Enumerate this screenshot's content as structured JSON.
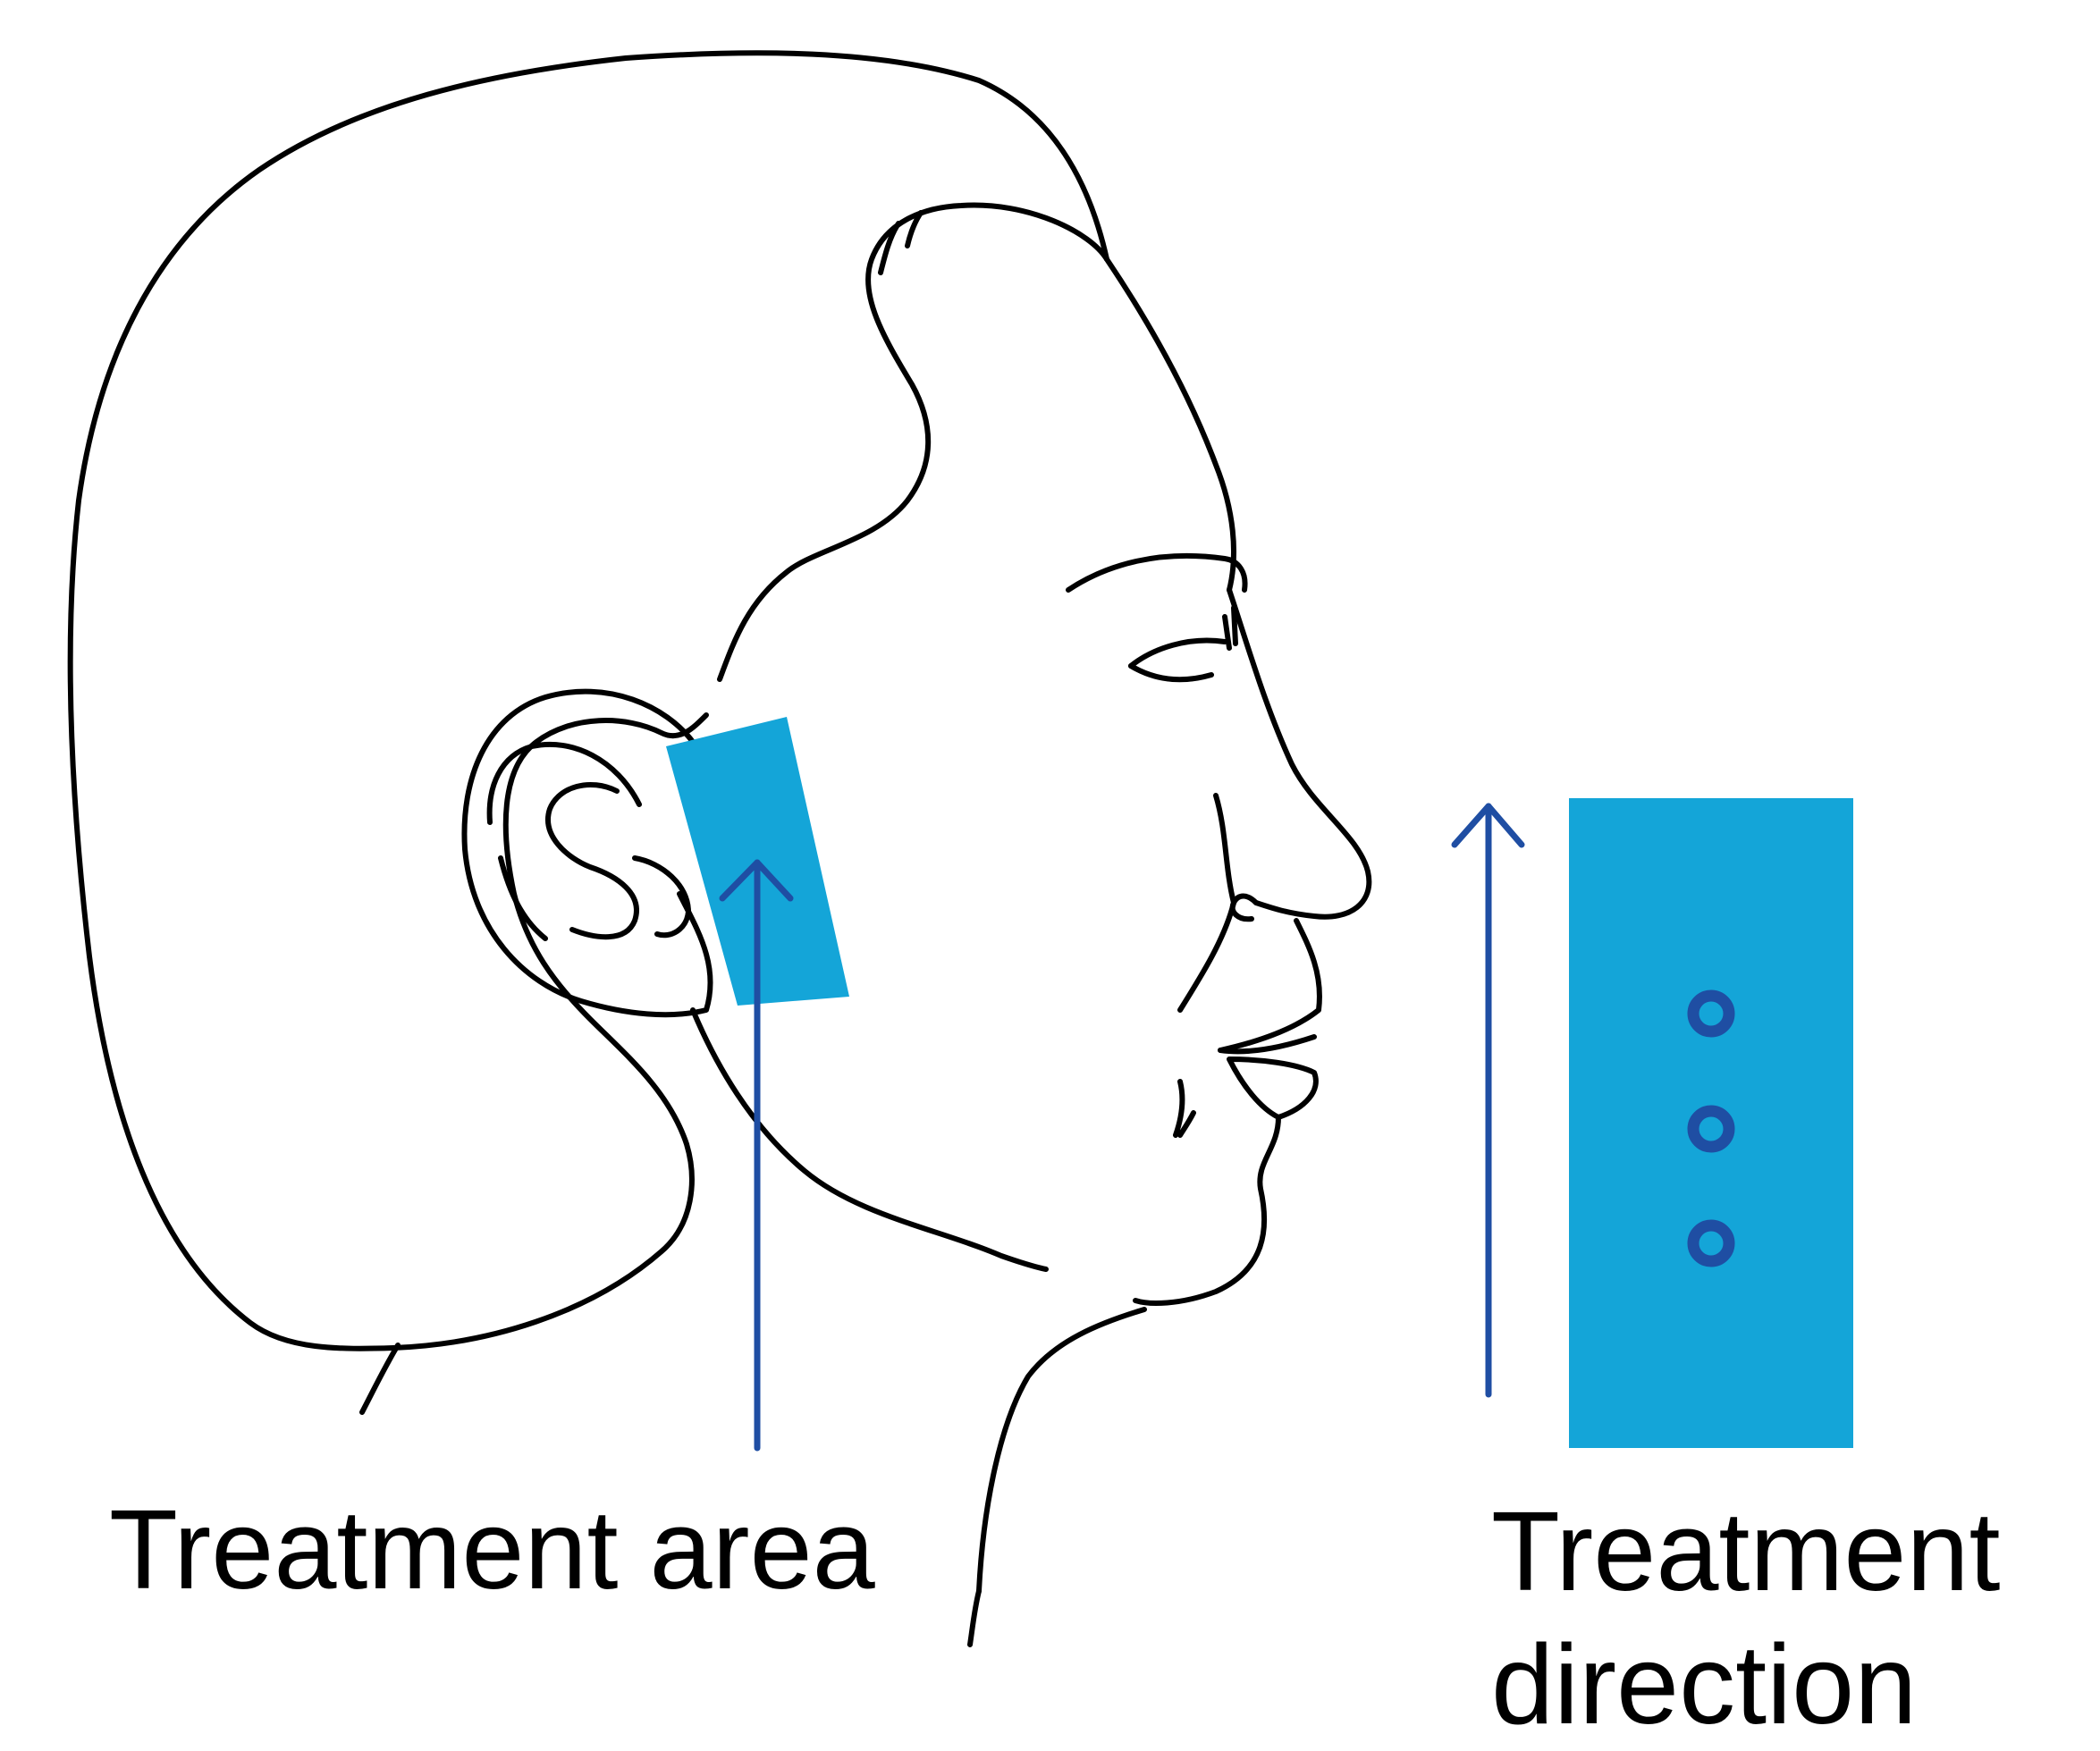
{
  "labels": {
    "treatment_area": "Treatment area",
    "treatment_direction_line1": "Treatment",
    "treatment_direction_line2": "direction"
  },
  "colors": {
    "treatment_fill": "#14a5d8",
    "arrow": "#1f4ea3",
    "dot": "#1f4ea3",
    "outline": "#000000",
    "background": "#ffffff"
  },
  "icons": {
    "upward_arrow": "arrow-up-icon",
    "dot_marker": "circle-dot-icon"
  }
}
